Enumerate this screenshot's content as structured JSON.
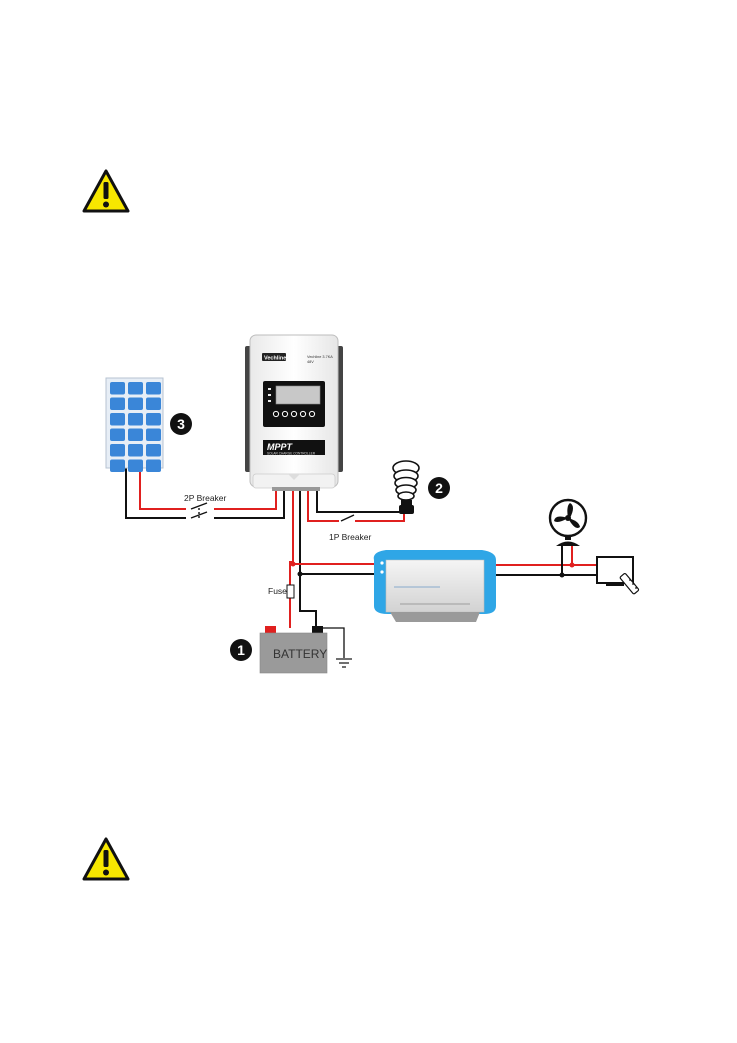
{
  "labels": {
    "breaker_2p": "2P Breaker",
    "breaker_1p": "1P  Breaker",
    "fuse": "Fuse",
    "battery": "BATTERY"
  },
  "markers": {
    "battery": "1",
    "load": "2",
    "solar": "3"
  },
  "controller": {
    "brand": "Vechline",
    "model": "Vechline 3.7KA",
    "model_sub": "48V",
    "title": "MPPT",
    "subtitle": "SOLAR CHARGE CONTROLLER"
  },
  "colors": {
    "positive_wire": "#e0201f",
    "negative_wire": "#111111",
    "panel_cell": "#3a86d8",
    "warning_yellow": "#f7e700",
    "inverter_blue": "#2fa6e6"
  },
  "icons": {
    "warning": "warning-triangle-icon",
    "fan": "fan-icon",
    "tv": "tv-icon",
    "bulb": "bulb-icon"
  }
}
